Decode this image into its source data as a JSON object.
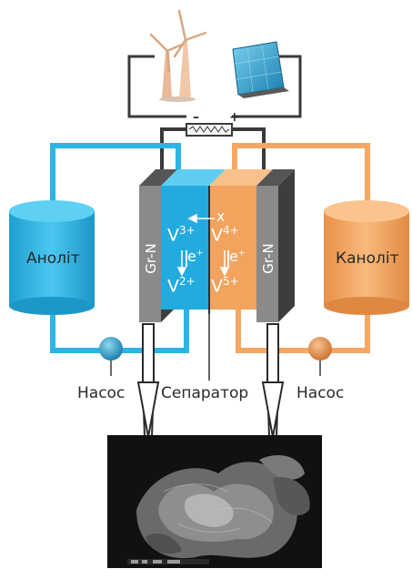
{
  "diagram": {
    "anolyte_label": "Аноліт",
    "catholyte_label": "Каноліт",
    "pump_left_label": "Насос",
    "pump_right_label": "Насос",
    "separator_label": "Сепаратор",
    "electrode_left_label": "Gr-N",
    "electrode_right_label": "Gr-N",
    "minus_sign": "–",
    "plus_sign": "+",
    "ion_left_top": "V",
    "ion_left_top_charge": "3+",
    "ion_left_bottom": "V",
    "ion_left_bottom_charge": "2+",
    "ion_right_top": "V",
    "ion_right_top_charge": "4+",
    "ion_right_bottom": "V",
    "ion_right_bottom_charge": "5+",
    "electron_left": "e",
    "electron_right": "e",
    "electron_charge": "+",
    "ion_x": "x"
  },
  "colors": {
    "anolyte": "#2cb4e4",
    "catholyte": "#f3a763",
    "electrode": "#8a8a8a",
    "wire": "#3a3a3a"
  },
  "icons": [
    "wind-turbine-icon",
    "solar-panel-icon",
    "resistor-icon",
    "pump-icon"
  ]
}
